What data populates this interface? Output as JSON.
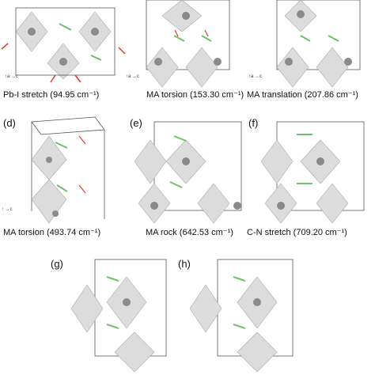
{
  "panels": [
    {
      "letter": "",
      "caption": "Pb-I stretch (94.95 cm⁻¹)"
    },
    {
      "letter": "",
      "caption": "MA torsion (153.30 cm⁻¹)"
    },
    {
      "letter": "",
      "caption": "MA translation (207.86 cm⁻¹)"
    },
    {
      "letter": "(d)",
      "caption": "MA torsion (493.74 cm⁻¹)"
    },
    {
      "letter": "(e)",
      "caption": "MA rock (642.53 cm⁻¹)"
    },
    {
      "letter": "(f)",
      "caption": "C-N stretch (709.20 cm⁻¹)"
    },
    {
      "letter": "(g)",
      "caption": ""
    },
    {
      "letter": "(h)",
      "caption": ""
    }
  ],
  "axis_labels": {
    "a": "a",
    "b": "b",
    "c": "c"
  },
  "colors": {
    "octahedron": "#d9d9d9",
    "atom": "#8a8a8a",
    "carbon": "#6fbf6f",
    "nitrogen": "#5aa9e0",
    "arrow": "#e03a2a",
    "box": "#555555"
  }
}
